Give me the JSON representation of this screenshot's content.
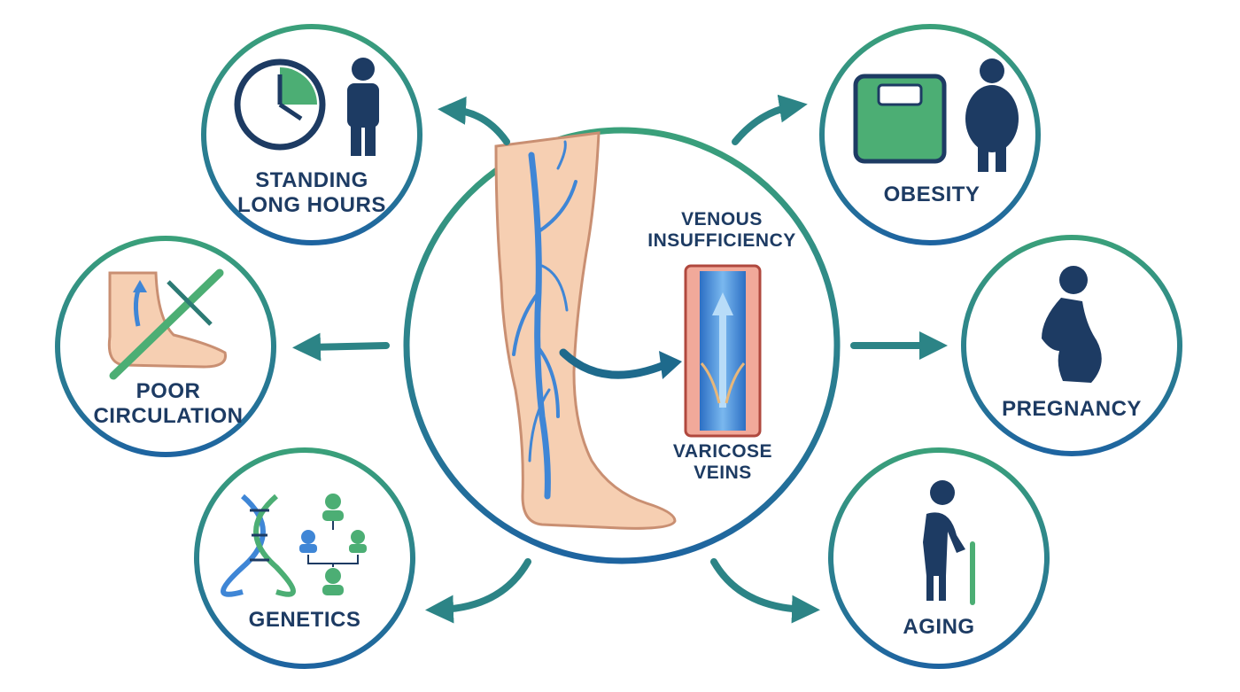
{
  "center": {
    "title_line1": "VENOUS",
    "title_line2": "INSUFFICIENCY",
    "label_line1": "VARICOSE",
    "label_line2": "VEINS"
  },
  "factors": [
    {
      "id": "standing",
      "line1": "STANDING",
      "line2": "LONG HOURS",
      "icons": [
        "clock-icon",
        "person-icon"
      ]
    },
    {
      "id": "obesity",
      "line1": "OBESITY",
      "icons": [
        "scale-icon",
        "overweight-person-icon"
      ]
    },
    {
      "id": "poor-circulation",
      "line1": "POOR",
      "line2": "CIRCULATION",
      "icons": [
        "foot-icon",
        "blocked-flow-icon"
      ]
    },
    {
      "id": "pregnancy",
      "line1": "PREGNANCY",
      "icons": [
        "pregnant-woman-icon"
      ]
    },
    {
      "id": "genetics",
      "line1": "GENETICS",
      "icons": [
        "dna-icon",
        "family-tree-icon"
      ]
    },
    {
      "id": "aging",
      "line1": "AGING",
      "icons": [
        "elderly-person-icon"
      ]
    }
  ],
  "colors": {
    "ring_teal": "#3aa07a",
    "ring_blue": "#1e64a0",
    "navy": "#1d3b63",
    "vein_blue": "#3f86d6",
    "skin": "#f6cfb2",
    "green": "#4cae74"
  }
}
